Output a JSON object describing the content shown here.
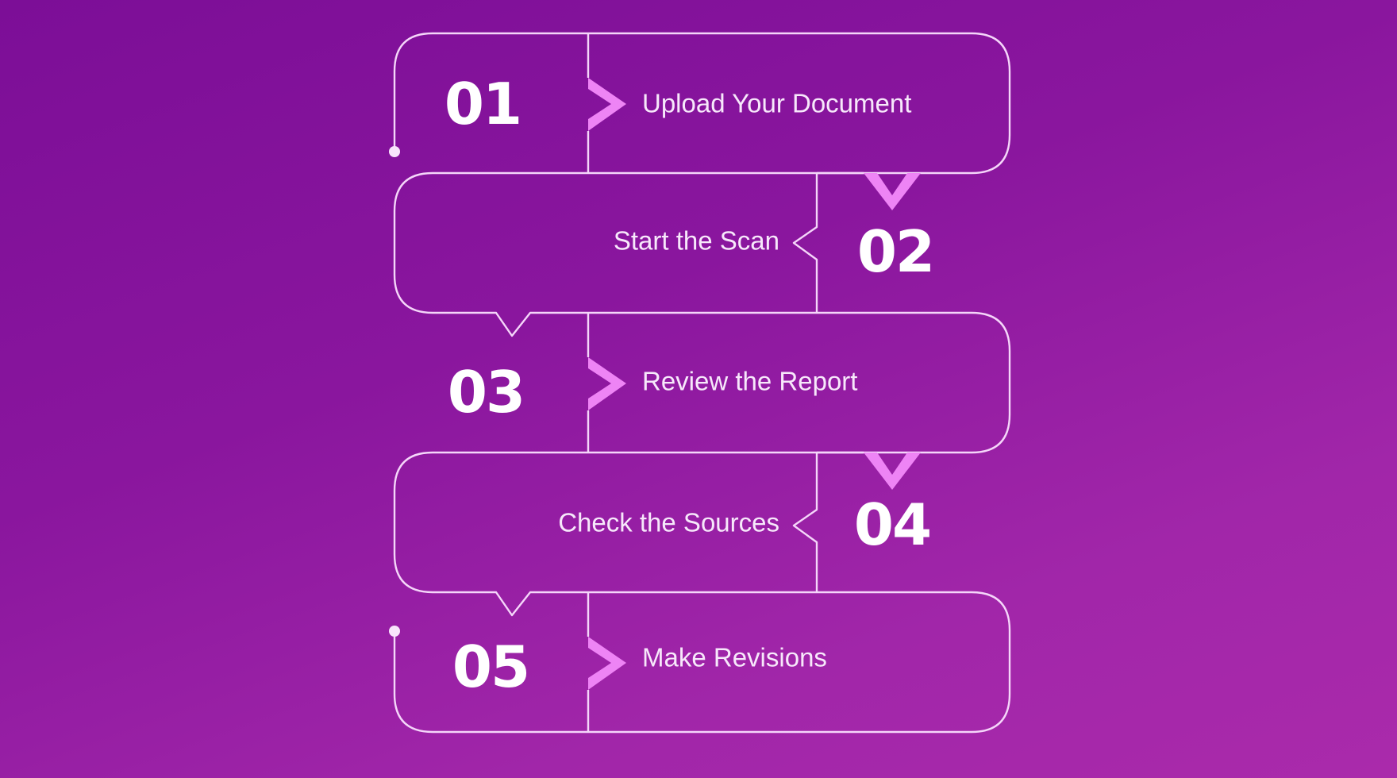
{
  "colors": {
    "background_start": "#7c0e97",
    "background_end": "#aa2aab",
    "outline": "#f5d6fa",
    "accent_pink": "#ee84f5",
    "text": "#ffffff"
  },
  "steps": [
    {
      "number": "01",
      "label": "Upload Your Document",
      "icon": "chevron-right-icon"
    },
    {
      "number": "02",
      "label": "Start the Scan",
      "icon": "chevron-left-notch-icon"
    },
    {
      "number": "03",
      "label": "Review the Report",
      "icon": "chevron-right-icon"
    },
    {
      "number": "04",
      "label": "Check the Sources",
      "icon": "chevron-left-notch-icon"
    },
    {
      "number": "05",
      "label": "Make Revisions",
      "icon": "chevron-right-icon"
    }
  ]
}
